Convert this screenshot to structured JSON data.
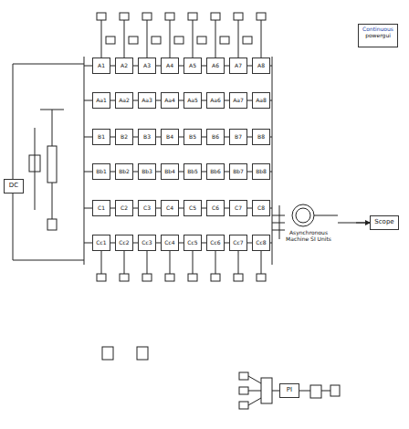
{
  "diagram": {
    "nodes": [
      {
        "text": [
          "A1"
        ]
      },
      {
        "text": [
          "A2"
        ]
      },
      {
        "text": [
          "A3"
        ]
      },
      {
        "text": [
          "A4"
        ]
      },
      {
        "text": [
          "A5"
        ]
      },
      {
        "text": [
          "A6"
        ]
      },
      {
        "text": [
          "A7"
        ]
      },
      {
        "text": [
          "A8"
        ]
      },
      {
        "text": [
          "Aa1"
        ]
      },
      {
        "text": [
          "Aa2"
        ]
      },
      {
        "text": [
          "Aa3"
        ]
      },
      {
        "text": [
          "Aa4"
        ]
      },
      {
        "text": [
          "Aa5"
        ]
      },
      {
        "text": [
          "Aa6"
        ]
      },
      {
        "text": [
          "Aa7"
        ]
      },
      {
        "text": [
          "Aa8"
        ]
      },
      {
        "text": [
          "B1"
        ]
      },
      {
        "text": [
          "B2"
        ]
      },
      {
        "text": [
          "B3"
        ]
      },
      {
        "text": [
          "B4"
        ]
      },
      {
        "text": [
          "B5"
        ]
      },
      {
        "text": [
          "B6"
        ]
      },
      {
        "text": [
          "B7"
        ]
      },
      {
        "text": [
          "B8"
        ]
      },
      {
        "text": [
          "Bb1"
        ]
      },
      {
        "text": [
          "Bb2"
        ]
      },
      {
        "text": [
          "Bb3"
        ]
      },
      {
        "text": [
          "Bb4"
        ]
      },
      {
        "text": [
          "Bb5"
        ]
      },
      {
        "text": [
          "Bb6"
        ]
      },
      {
        "text": [
          "Bb7"
        ]
      },
      {
        "text": [
          "Bb8"
        ]
      },
      {
        "text": [
          "C1"
        ]
      },
      {
        "text": [
          "C2"
        ]
      },
      {
        "text": [
          "C3"
        ]
      },
      {
        "text": [
          "C4"
        ]
      },
      {
        "text": [
          "C5"
        ]
      },
      {
        "text": [
          "C6"
        ]
      },
      {
        "text": [
          "C7"
        ]
      },
      {
        "text": [
          "C8"
        ]
      },
      {
        "text": [
          "Cc1"
        ]
      },
      {
        "text": [
          "Cc2"
        ]
      },
      {
        "text": [
          "Cc3"
        ]
      },
      {
        "text": [
          "Cc4"
        ]
      },
      {
        "text": [
          "Cc5"
        ]
      },
      {
        "text": [
          "Cc6"
        ]
      },
      {
        "text": [
          "Cc7"
        ]
      },
      {
        "text": [
          "Cc8"
        ]
      },
      {
        "text": [
          "Asynchronous Machine SI Units"
        ]
      },
      {
        "text": [
          "Continuous",
          "powergui"
        ]
      },
      {
        "text": [
          "DC"
        ]
      },
      {
        "text": [
          "PI"
        ]
      },
      {
        "text": [
          "Scope"
        ]
      }
    ],
    "edges": [
      {
        "from": 48,
        "to": 52,
        "arrow": "to"
      }
    ]
  }
}
